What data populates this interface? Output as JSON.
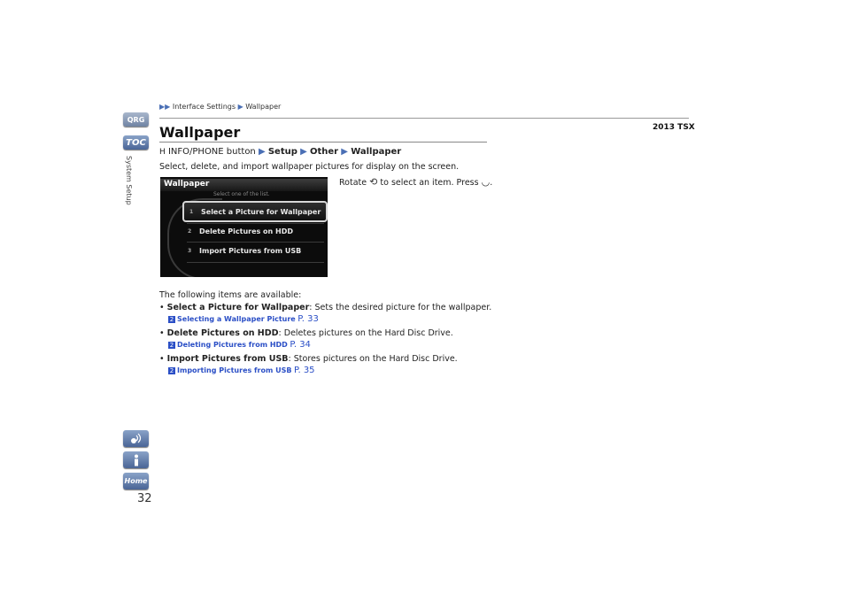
{
  "breadcrumb": {
    "item1": "Interface Settings",
    "item2": "Wallpaper"
  },
  "model": "2013 TSX",
  "sidebar": {
    "qrg": "QRG",
    "toc": "TOC",
    "section": "System Setup"
  },
  "page_number": "32",
  "title": "Wallpaper",
  "path": {
    "start": "INFO/PHONE button",
    "step1": "Setup",
    "step2": "Other",
    "step3": "Wallpaper"
  },
  "description": "Select, delete, and import wallpaper pictures for display on the screen.",
  "instruction": {
    "rotate": "Rotate",
    "mid": "to select an item. Press",
    "end": "."
  },
  "screen": {
    "title": "Wallpaper",
    "subtitle": "Select one of the list.",
    "items": [
      {
        "num": "1",
        "label": "Select a Picture for Wallpaper"
      },
      {
        "num": "2",
        "label": "Delete Pictures on HDD"
      },
      {
        "num": "3",
        "label": "Import Pictures from USB"
      }
    ]
  },
  "intro": "The following items are available:",
  "items": [
    {
      "name": "Select a Picture for Wallpaper",
      "desc": ": Sets the desired picture for the wallpaper.",
      "ref": "Selecting a Wallpaper Picture",
      "page": "P. 33"
    },
    {
      "name": "Delete Pictures on HDD",
      "desc": ": Deletes pictures on the Hard Disc Drive.",
      "ref": "Deleting Pictures from HDD",
      "page": "P. 34"
    },
    {
      "name": "Import Pictures from USB",
      "desc": ": Stores pictures on the Hard Disc Drive.",
      "ref": "Importing Pictures from USB",
      "page": "P. 35"
    }
  ],
  "icons": {
    "voice": "voice-command-icon",
    "info": "info-icon",
    "home": "home-icon"
  },
  "colors": {
    "link": "#2b4fc6",
    "sidebar_button": "#4a6596"
  }
}
